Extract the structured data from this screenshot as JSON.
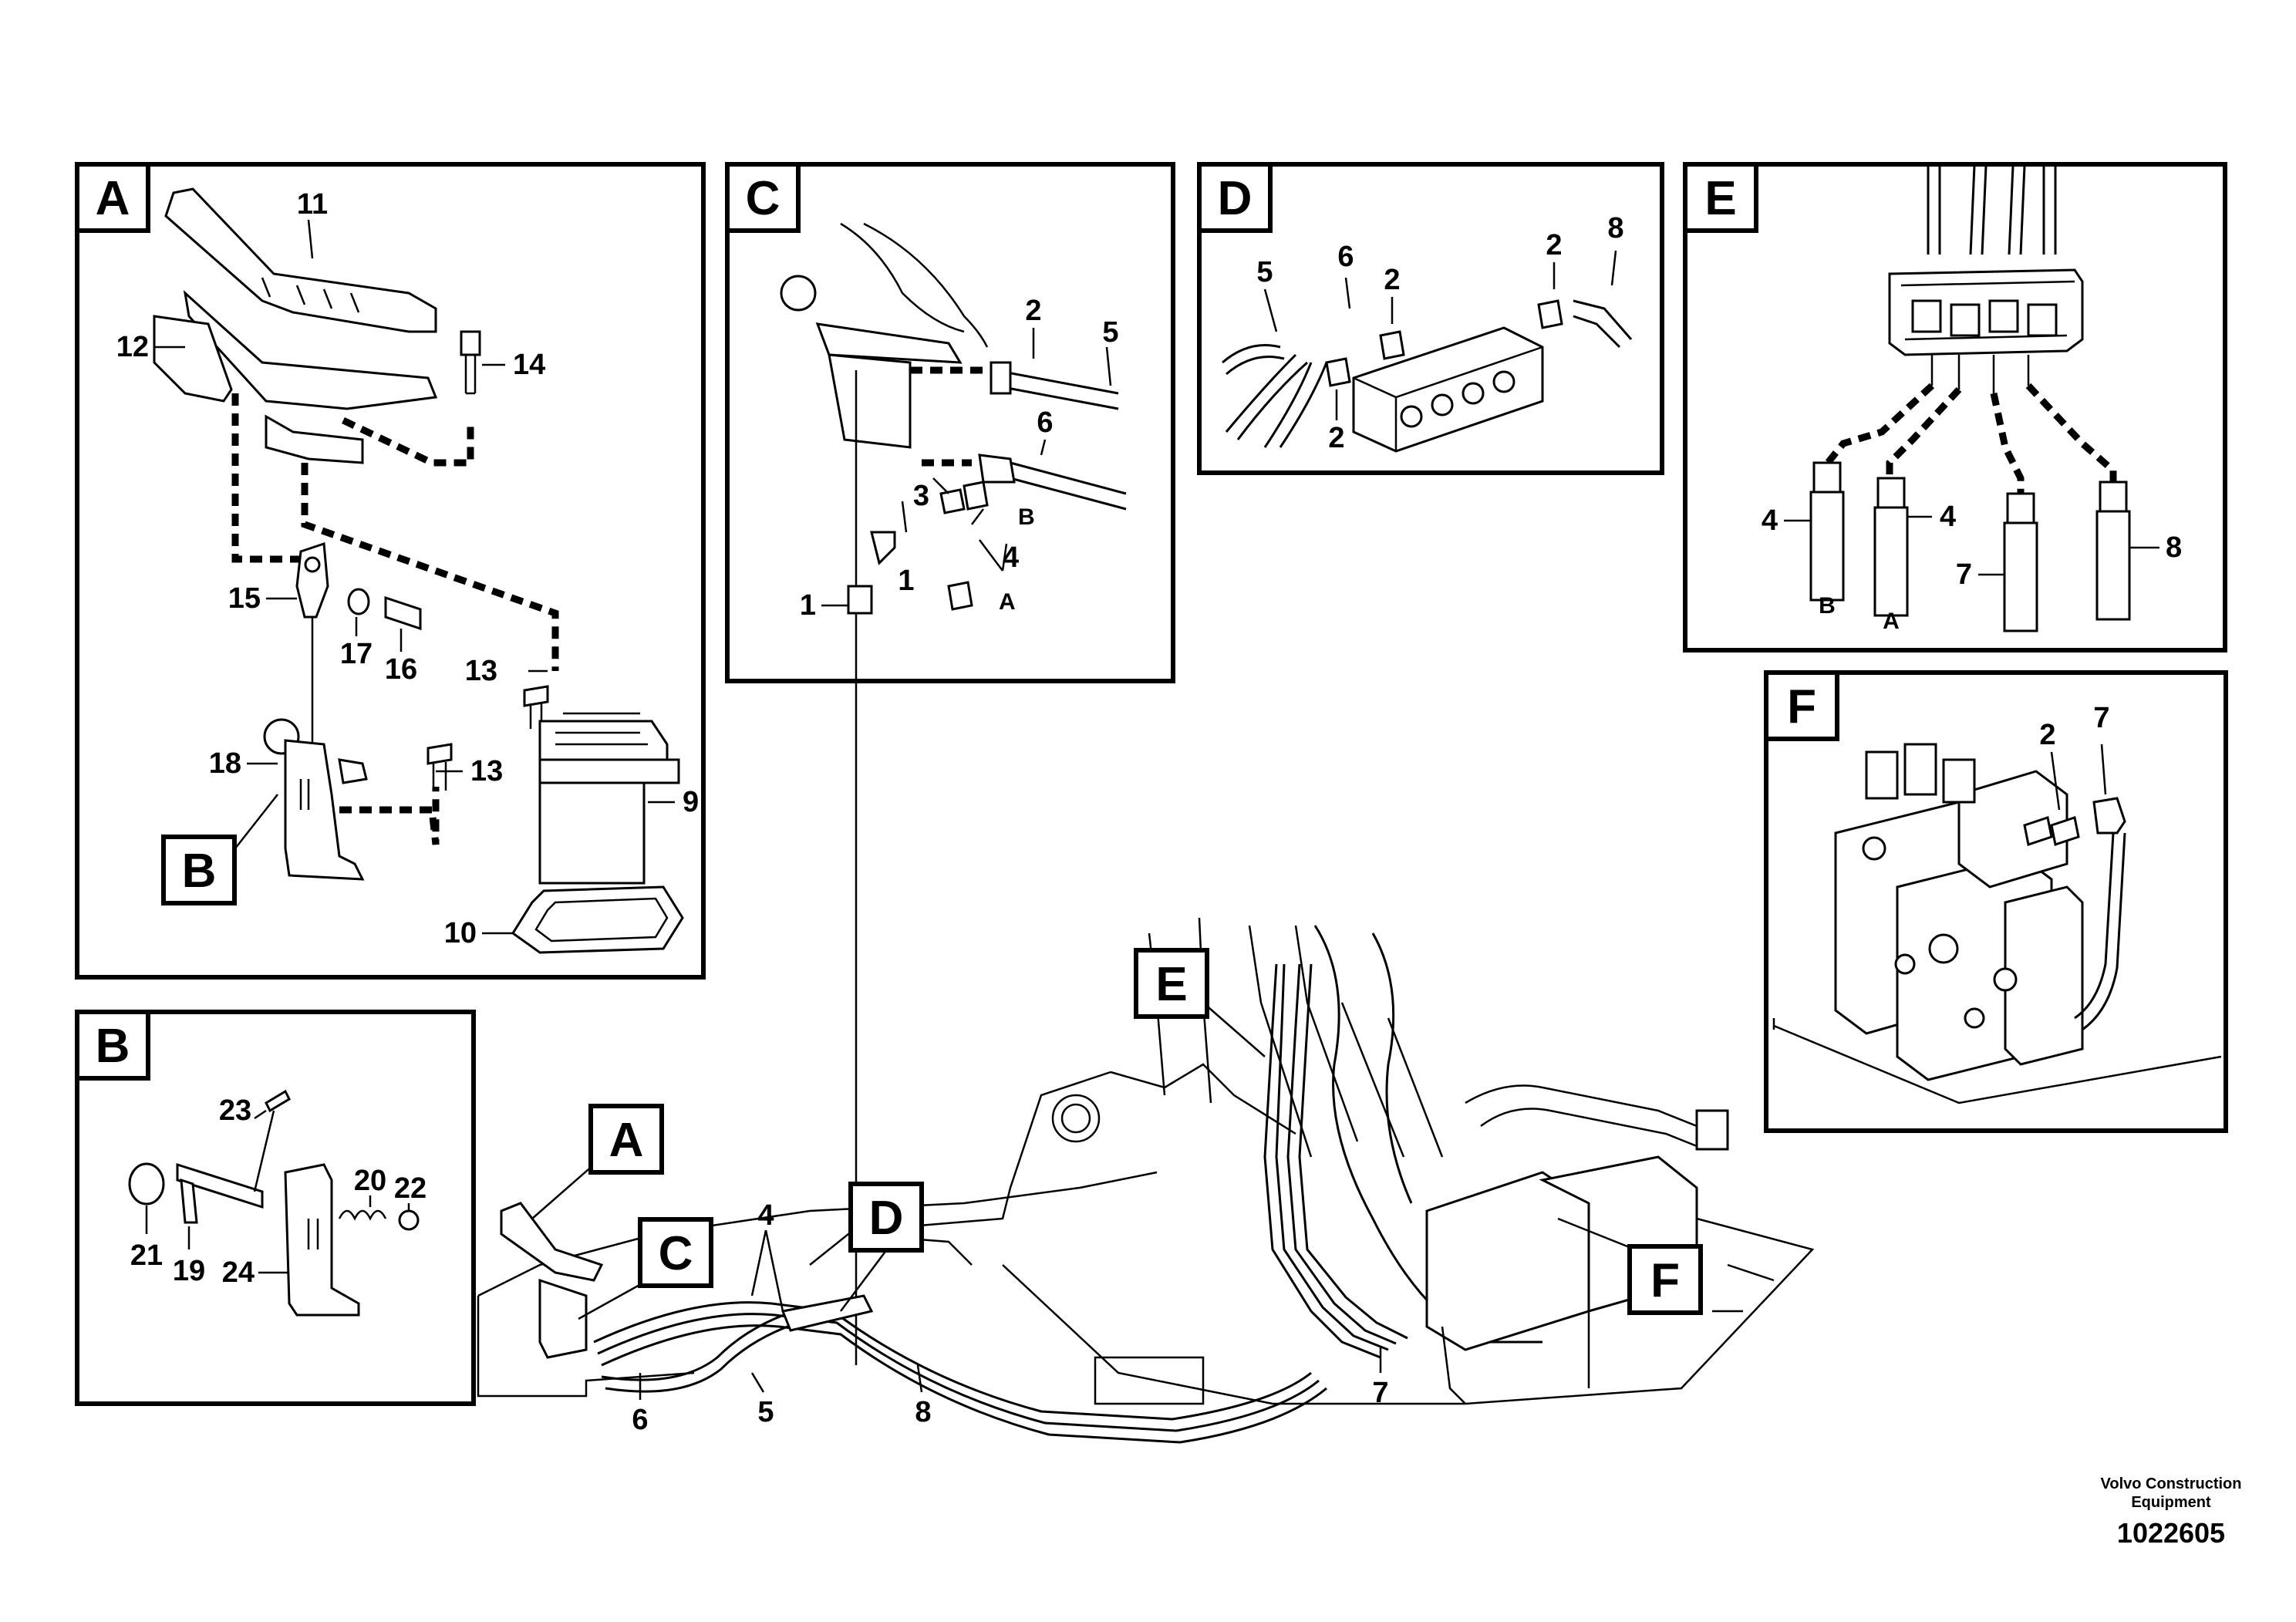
{
  "panels": [
    {
      "id": "A",
      "label": "A"
    },
    {
      "id": "B",
      "label": "B"
    },
    {
      "id": "C",
      "label": "C"
    },
    {
      "id": "D",
      "label": "D"
    },
    {
      "id": "E",
      "label": "E"
    },
    {
      "id": "F",
      "label": "F"
    }
  ],
  "callouts": {
    "A": [
      "11",
      "12",
      "14",
      "15",
      "17",
      "16",
      "13",
      "18",
      "13",
      "9",
      "10"
    ],
    "A_sublabel": "B",
    "B": [
      "23",
      "21",
      "19",
      "20",
      "22",
      "24"
    ],
    "C": [
      "2",
      "5",
      "6",
      "3",
      "1",
      "4",
      "1"
    ],
    "C_letters": [
      "B",
      "A"
    ],
    "D": [
      "6",
      "2",
      "2",
      "8",
      "5",
      "2"
    ],
    "E": [
      "4",
      "4",
      "7",
      "8"
    ],
    "E_letters": [
      "B",
      "A"
    ],
    "F": [
      "2",
      "7"
    ],
    "overview": [
      "4",
      "6",
      "5",
      "8",
      "7"
    ],
    "overview_tags": [
      "A",
      "C",
      "D",
      "E",
      "F"
    ]
  },
  "footer": {
    "brand_line1": "Volvo Construction",
    "brand_line2": "Equipment",
    "drawing_number": "1022605"
  }
}
